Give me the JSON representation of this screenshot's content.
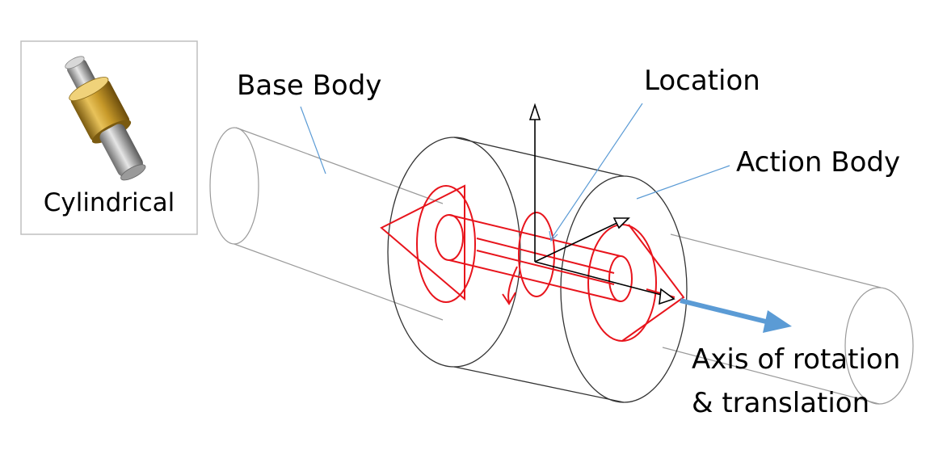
{
  "joint": {
    "type_label": "Cylindrical"
  },
  "labels": {
    "base_body": "Base Body",
    "location": "Location",
    "action_body": "Action Body",
    "axis_line1": "Axis of rotation",
    "axis_line2": "& translation"
  },
  "colors": {
    "outline": "#9a9a9a",
    "joint_glyph": "#e8141c",
    "triad": "#000000",
    "leader": "#5b9bd5",
    "axis_arrow": "#5b9bd5",
    "tile_border": "#bfbfbf"
  }
}
